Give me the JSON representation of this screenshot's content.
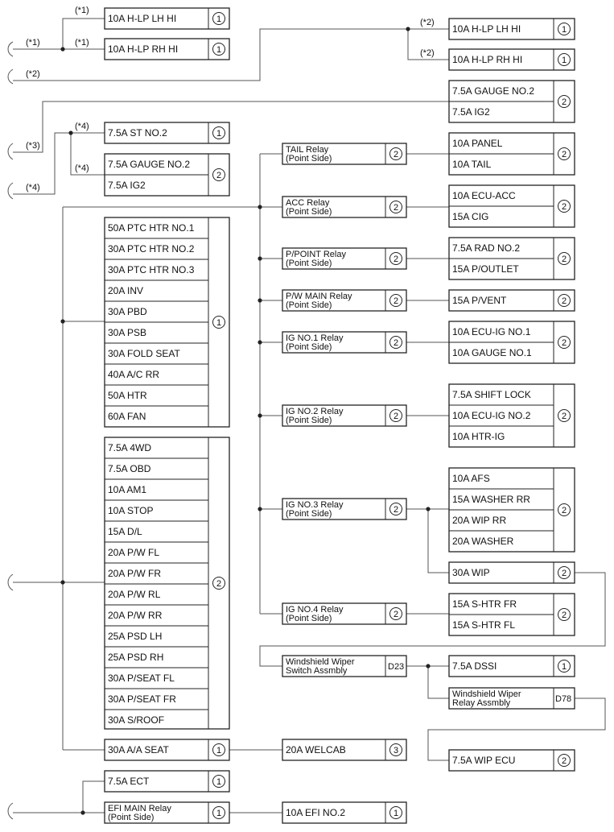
{
  "notes": {
    "n1": "(*1)",
    "n2": "(*2)",
    "n3": "(*3)",
    "n4": "(*4)"
  },
  "marks": {
    "m1": "1",
    "m2": "2",
    "m3": "3"
  },
  "fuses": {
    "hlp_lh_hi_a": "10A H-LP LH HI",
    "hlp_rh_hi_a": "10A H-LP RH HI",
    "hlp_lh_hi_b": "10A H-LP LH HI",
    "hlp_rh_hi_b": "10A H-LP RH HI",
    "gauge2_top": "7.5A GAUGE NO.2",
    "ig2_top": "7.5A IG2",
    "st2": "7.5A ST NO.2",
    "gauge2_left": "7.5A GAUGE NO.2",
    "ig2_left": "7.5A IG2",
    "panel": "10A PANEL",
    "tail": "10A TAIL",
    "ecu_acc": "10A ECU-ACC",
    "cig": "15A CIG",
    "rad2": "7.5A RAD NO.2",
    "p_outlet": "15A P/OUTLET",
    "p_vent": "15A P/VENT",
    "ecu_ig1": "10A ECU-IG NO.1",
    "gauge1": "10A GAUGE NO.1",
    "shift_lock": "7.5A SHIFT LOCK",
    "ecu_ig2": "10A ECU-IG NO.2",
    "htr_ig": "10A HTR-IG",
    "afs": "10A AFS",
    "washer_rr": "15A WASHER RR",
    "wip_rr": "20A WIP RR",
    "washer": "20A WASHER",
    "wip": "30A WIP",
    "s_htr_fr": "15A S-HTR FR",
    "s_htr_fl": "15A S-HTR FL",
    "dssi": "7.5A DSSI",
    "wip_ecu": "7.5A WIP ECU",
    "welcab": "20A WELCAB",
    "efi2": "10A EFI NO.2",
    "aa_seat": "30A A/A SEAT",
    "ect": "7.5A ECT",
    "ptc1": "50A PTC HTR NO.1",
    "ptc2": "30A PTC HTR NO.2",
    "ptc3": "30A PTC HTR NO.3",
    "inv": "20A INV",
    "pbd": "30A PBD",
    "psb": "30A PSB",
    "fold_seat": "30A FOLD SEAT",
    "ac_rr": "40A A/C RR",
    "htr": "50A HTR",
    "fan": "60A FAN",
    "fwd4": "7.5A 4WD",
    "obd": "7.5A OBD",
    "am1": "10A AM1",
    "stop": "10A STOP",
    "dl": "15A D/L",
    "pw_fl": "20A P/W FL",
    "pw_fr": "20A P/W FR",
    "pw_rl": "20A P/W RL",
    "pw_rr": "20A P/W RR",
    "psd_lh": "25A PSD LH",
    "psd_rh": "25A PSD RH",
    "pseat_fl": "30A P/SEAT FL",
    "pseat_fr": "30A P/SEAT FR",
    "sroof": "30A S/ROOF"
  },
  "relays": {
    "tail": [
      "TAIL Relay",
      "(Point Side)"
    ],
    "acc": [
      "ACC Relay",
      "(Point Side)"
    ],
    "p_point": [
      "P/POINT Relay",
      "(Point Side)"
    ],
    "pw_main": [
      "P/W MAIN Relay",
      "(Point Side)"
    ],
    "ig1": [
      "IG NO.1 Relay",
      "(Point Side)"
    ],
    "ig2": [
      "IG NO.2 Relay",
      "(Point Side)"
    ],
    "ig3": [
      "IG NO.3 Relay",
      "(Point Side)"
    ],
    "ig4": [
      "IG NO.4 Relay",
      "(Point Side)"
    ],
    "wiper_switch": [
      "Windshield Wiper",
      "Switch Assmbly"
    ],
    "wiper_relay": [
      "Windshield Wiper",
      "Relay Assmbly"
    ],
    "efi_main": [
      "EFI MAIN Relay",
      "(Point Side)"
    ]
  },
  "connectors": {
    "d23": "D23",
    "d78": "D78"
  }
}
